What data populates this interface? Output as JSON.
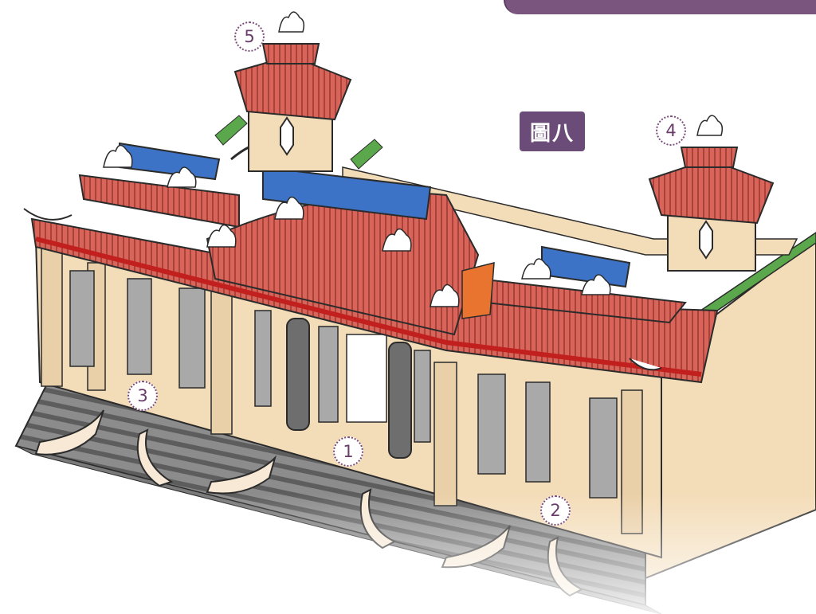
{
  "figure": {
    "label": "圖八"
  },
  "markers": [
    "1",
    "2",
    "3",
    "4",
    "5"
  ],
  "colors": {
    "roof_red": "#d9655a",
    "roof_dark": "#9c3a33",
    "beam_blue": "#3d73c6",
    "wall_cream": "#f3dcb8",
    "panel_grey": "#a9a9a9",
    "stone_grey": "#6e6e6e",
    "accent_green": "#5aa84b",
    "accent_purple": "#6b4b78"
  }
}
